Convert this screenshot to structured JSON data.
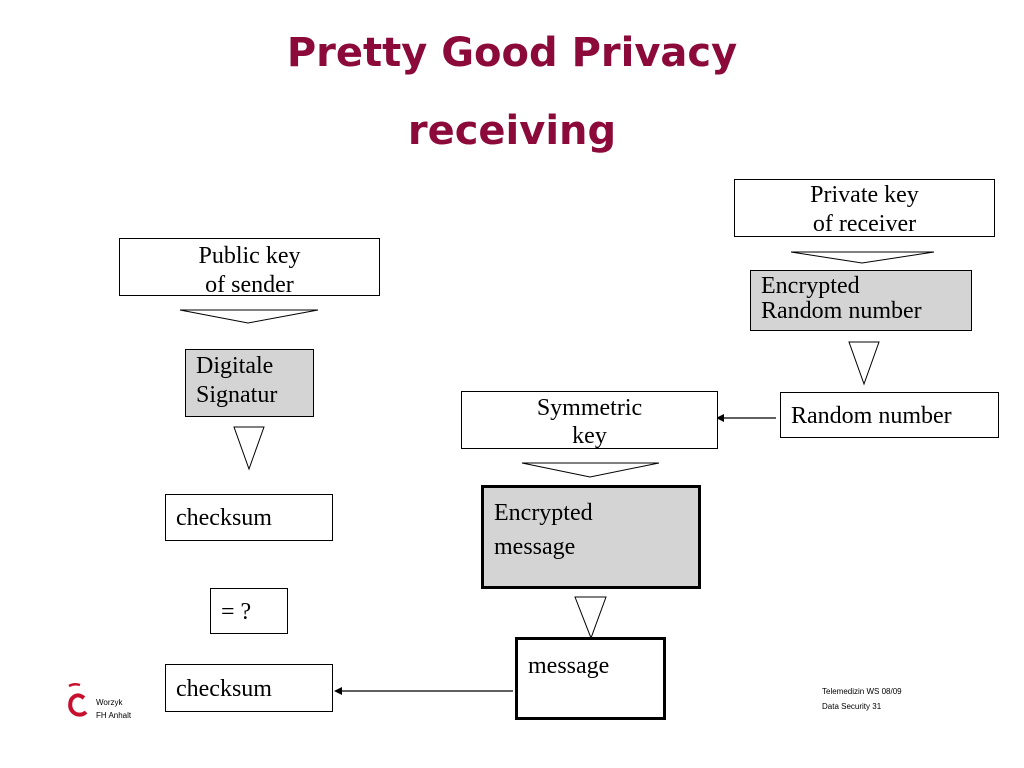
{
  "title": {
    "line1": "Pretty Good Privacy",
    "line2": "receiving"
  },
  "left": {
    "public_key": {
      "line1": "Public key",
      "line2": "of sender"
    },
    "signature": {
      "line1": "Digitale",
      "line2": "Signatur"
    },
    "checksum_top": "checksum",
    "compare": "= ?",
    "checksum_bottom": "checksum"
  },
  "right": {
    "private_key": {
      "line1": "Private key",
      "line2": "of receiver"
    },
    "encrypted_random": {
      "line1": "Encrypted",
      "line2": "Random number"
    },
    "random_number": "Random number",
    "symmetric_key": {
      "line1": "Symmetric",
      "line2": "key"
    },
    "encrypted_message": {
      "line1": "Encrypted",
      "line2": "message"
    },
    "message": "message"
  },
  "footer": {
    "author": "Worzyk",
    "institution": "FH Anhalt",
    "course": "Telemedizin WS 08/09",
    "slide": "Data Security 31"
  },
  "colors": {
    "title": "#8b0a3a",
    "box_fill_gray": "#d4d4d4"
  }
}
